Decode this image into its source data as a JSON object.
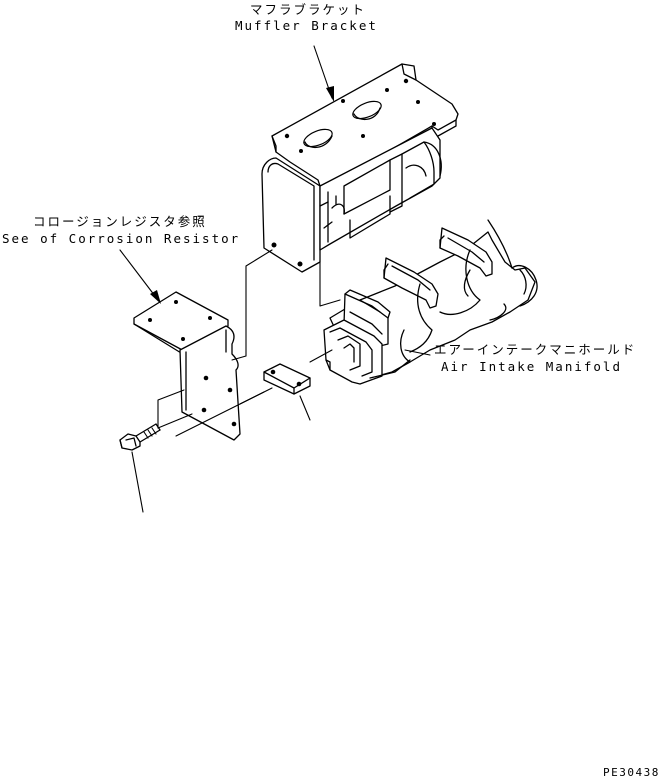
{
  "labels": {
    "muffler_bracket": {
      "jp": "マフラブラケット",
      "en": "Muffler Bracket"
    },
    "corrosion_resistor": {
      "jp": "コロージョンレジスタ参照",
      "en": "See of Corrosion Resistor"
    },
    "air_intake_manifold": {
      "jp": "エアーインテークマニホールド",
      "en": "Air Intake Manifold"
    },
    "drawing_number": "PE30438"
  },
  "colors": {
    "line": "#000000",
    "background": "#ffffff"
  }
}
